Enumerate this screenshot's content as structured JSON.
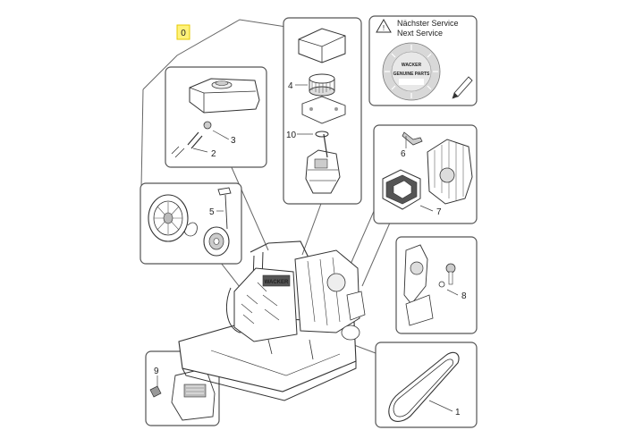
{
  "callout_highlight": "0",
  "service_panel": {
    "line1": "Nächster Service",
    "line2": "Next Service",
    "brand": "WACKER",
    "stamp_text": "GENUINE PARTS"
  },
  "callouts": {
    "c1": "1",
    "c2": "2",
    "c3": "3",
    "c4": "4",
    "c5": "5",
    "c6": "6",
    "c7": "7",
    "c8": "8",
    "c9": "9",
    "c10": "10"
  },
  "machine": {
    "brand_plate": "WACKER"
  },
  "colors": {
    "line": "#444444",
    "frame": "#555555",
    "highlight": "#fff27a",
    "highlight_border": "#e4c800"
  }
}
